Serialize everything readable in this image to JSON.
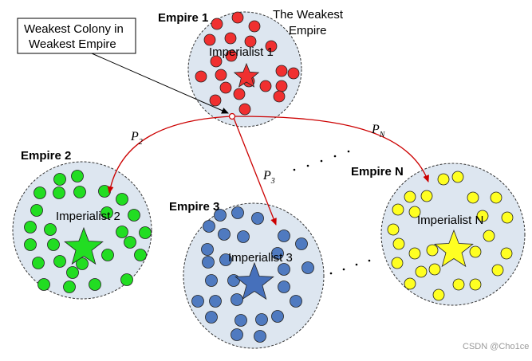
{
  "callout": {
    "line1": "Weakest Colony in",
    "line2": "Weakest Empire"
  },
  "weakest_label": {
    "line1": "The Weakest",
    "line2": "Empire"
  },
  "empires": [
    {
      "label": "Empire 1",
      "imperialist": "Imperialist 1",
      "color": "#f03030",
      "star_color": "#f03030"
    },
    {
      "label": "Empire 2",
      "imperialist": "Imperialist 2",
      "color": "#22dd22",
      "star_color": "#22dd22"
    },
    {
      "label": "Empire 3",
      "imperialist": "Imperialist 3",
      "color": "#4f7ac0",
      "star_color": "#4670bb"
    },
    {
      "label": "Empire N",
      "imperialist": "Imperialist N",
      "color": "#ffff22",
      "star_color": "#ffff22"
    }
  ],
  "arrows": [
    {
      "base": "P",
      "sub": "2"
    },
    {
      "base": "P",
      "sub": "3"
    },
    {
      "base": "P",
      "sub": "N"
    }
  ],
  "arrow_color": "#cc0000",
  "circle_fill": "#dde6f0",
  "watermark": "CSDN @Cho1ce"
}
